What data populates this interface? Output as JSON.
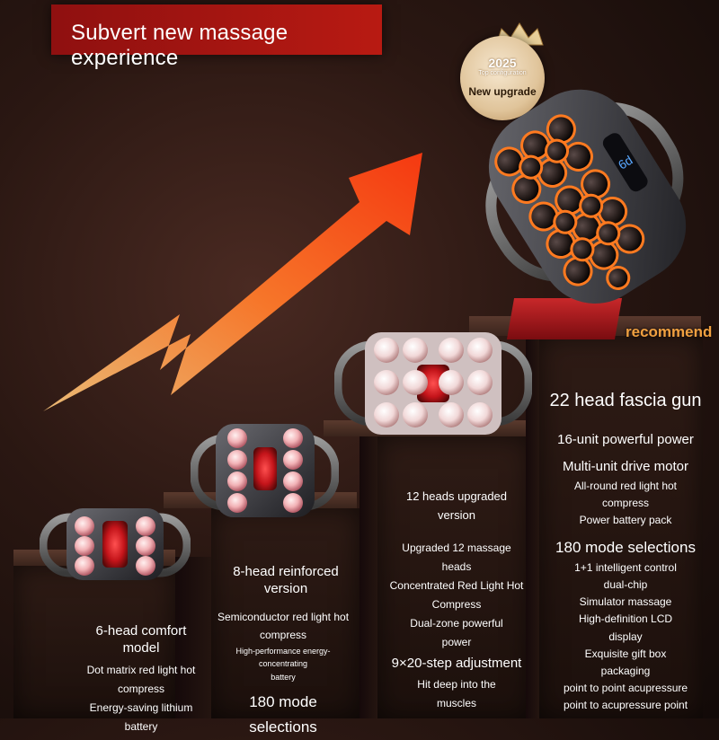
{
  "banner": {
    "title": "Subvert new massage experience"
  },
  "badge": {
    "year": "2025",
    "line1": "Top configuration",
    "line2": "New upgrade"
  },
  "recommend": "recommend",
  "device_display": "6d",
  "colors": {
    "banner": "#b81a12",
    "arrow": "#ff5a1a",
    "recommend": "#f0a040"
  },
  "tiers": [
    {
      "title_line1": "6-head comfort",
      "title_line2": "model",
      "features": [
        "Dot matrix red light hot",
        "compress",
        "Energy-saving lithium",
        "battery"
      ]
    },
    {
      "title_line1": "8-head reinforced",
      "title_line2": "version",
      "features": [
        "Semiconductor red light hot",
        "compress",
        "High-performance energy-concentrating",
        "battery",
        "180 mode selections"
      ]
    },
    {
      "title_line1": "12 heads upgraded",
      "title_line2": "version",
      "features": [
        "Upgraded 12 massage",
        "heads",
        "Concentrated Red Light Hot",
        "Compress",
        "Dual-zone powerful",
        "power",
        "9×20-step adjustment",
        "Hit deep into the",
        "muscles"
      ]
    },
    {
      "title_line1": "22 head fascia gun",
      "features": [
        "16-unit powerful power",
        "Multi-unit drive motor",
        "All-round red light hot",
        "compress",
        "Power battery pack",
        "180 mode selections",
        "1+1 intelligent control",
        "dual-chip",
        "Simulator massage",
        "High-definition LCD",
        "display",
        "Exquisite gift box",
        "packaging",
        "point to point acupressure",
        "point to acupressure point"
      ]
    }
  ]
}
